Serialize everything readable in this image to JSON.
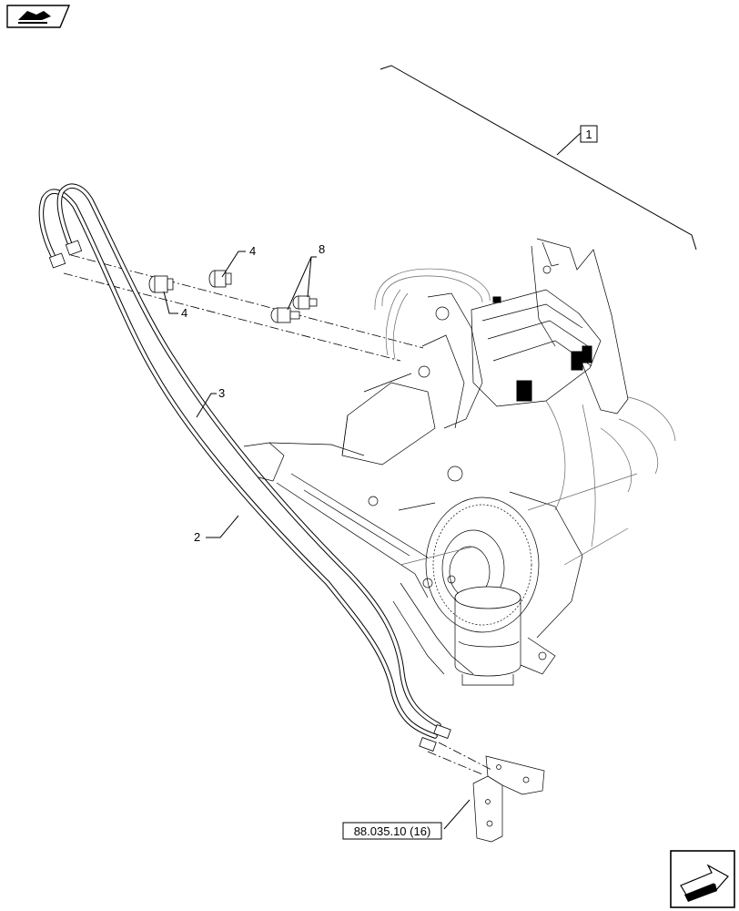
{
  "callouts": {
    "assembly": "1",
    "hose_upper": "3",
    "hose_lower": "2",
    "adapter_top": "4",
    "adapter_bottom": "4",
    "fitting": "8",
    "reference": "88.035.10 (16)"
  },
  "icons": {
    "top_left": "previous-page-icon",
    "bottom_right": "next-page-icon"
  }
}
